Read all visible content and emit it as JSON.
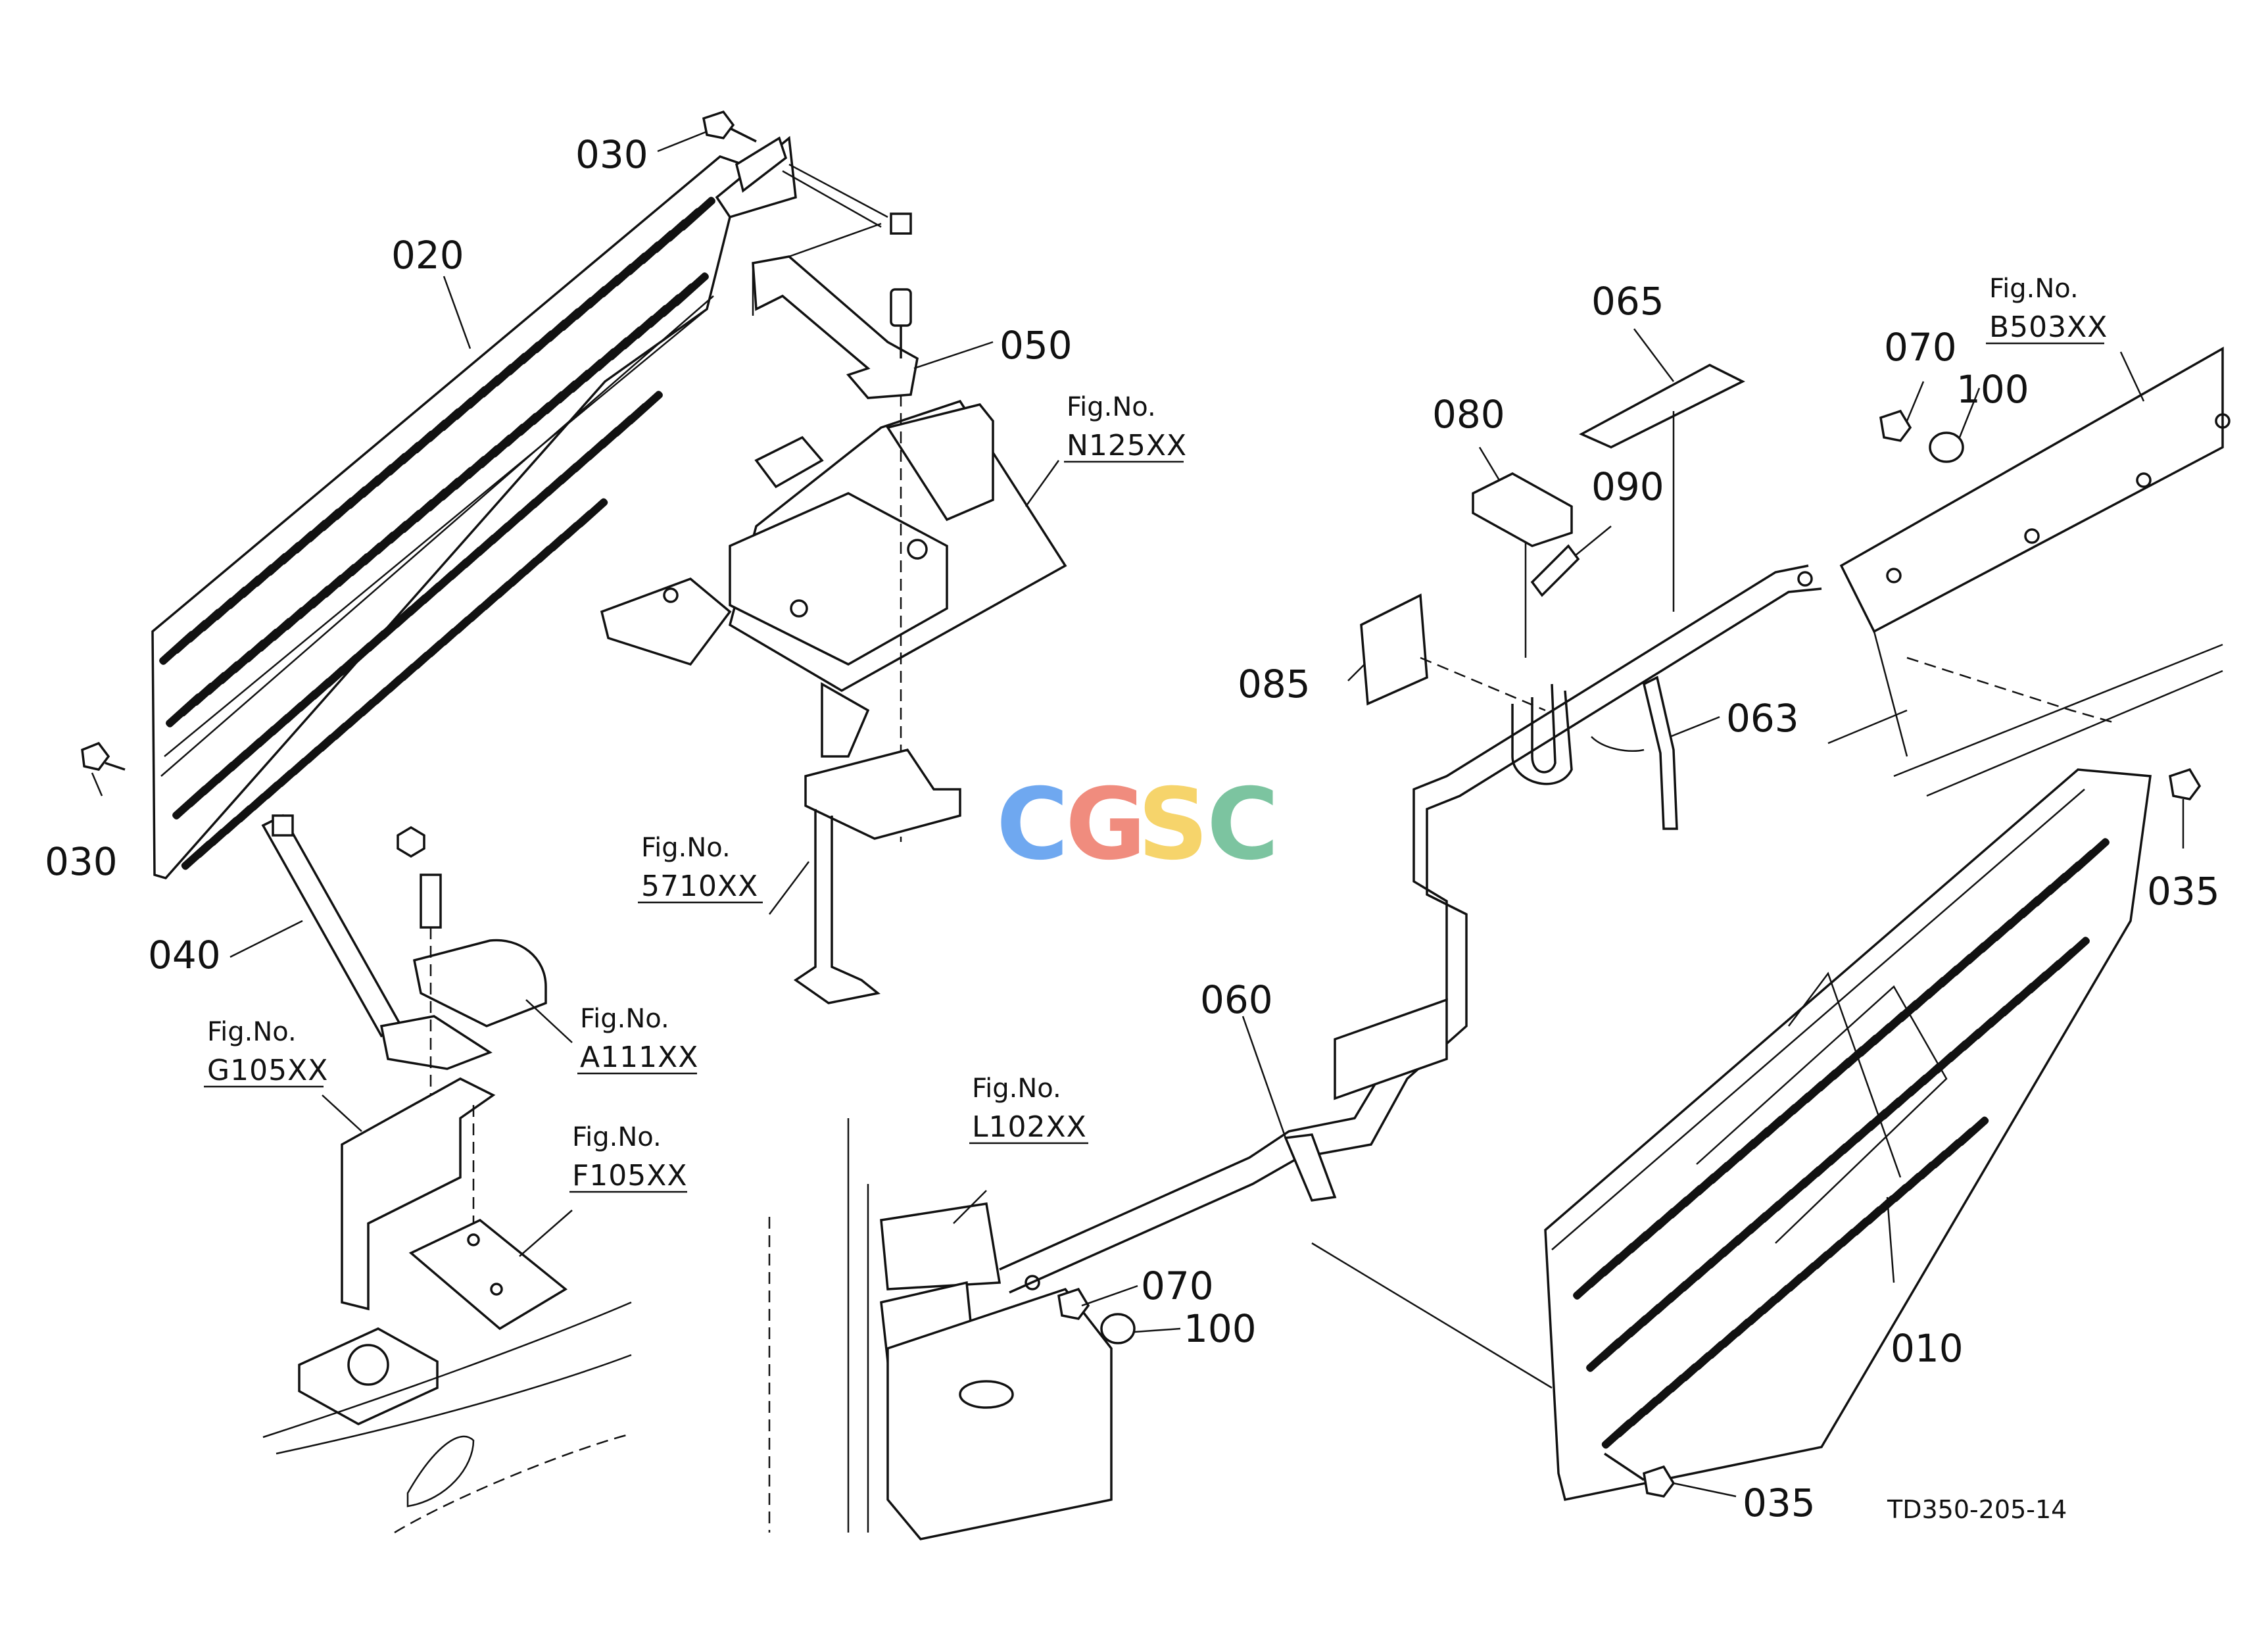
{
  "parts": [
    {
      "id": "p010",
      "number": "010"
    },
    {
      "id": "p020",
      "number": "020"
    },
    {
      "id": "p030a",
      "number": "030"
    },
    {
      "id": "p030b",
      "number": "030"
    },
    {
      "id": "p035a",
      "number": "035"
    },
    {
      "id": "p035b",
      "number": "035"
    },
    {
      "id": "p040",
      "number": "040"
    },
    {
      "id": "p050",
      "number": "050"
    },
    {
      "id": "p060",
      "number": "060"
    },
    {
      "id": "p063",
      "number": "063"
    },
    {
      "id": "p065",
      "number": "065"
    },
    {
      "id": "p070a",
      "number": "070"
    },
    {
      "id": "p070b",
      "number": "070"
    },
    {
      "id": "p080",
      "number": "080"
    },
    {
      "id": "p085",
      "number": "085"
    },
    {
      "id": "p090",
      "number": "090"
    },
    {
      "id": "p100a",
      "number": "100"
    },
    {
      "id": "p100b",
      "number": "100"
    }
  ],
  "figure_refs": [
    {
      "id": "n125",
      "title": "Fig.No.",
      "number": "N125XX"
    },
    {
      "id": "b503",
      "title": "Fig.No.",
      "number": "B503XX"
    },
    {
      "id": "s5710",
      "title": "Fig.No.",
      "number": "5710XX"
    },
    {
      "id": "a111",
      "title": "Fig.No.",
      "number": "A111XX"
    },
    {
      "id": "g105",
      "title": "Fig.No.",
      "number": "G105XX"
    },
    {
      "id": "f105",
      "title": "Fig.No.",
      "number": "F105XX"
    },
    {
      "id": "l102",
      "title": "Fig.No.",
      "number": "L102XX"
    }
  ],
  "drawing_code": "TD350-205-14",
  "watermark": {
    "letters": [
      "C",
      "G",
      "S",
      "C"
    ],
    "colors": [
      "#6FA8F0",
      "#F08C7E",
      "#F6D46B",
      "#7CC4A0"
    ]
  }
}
